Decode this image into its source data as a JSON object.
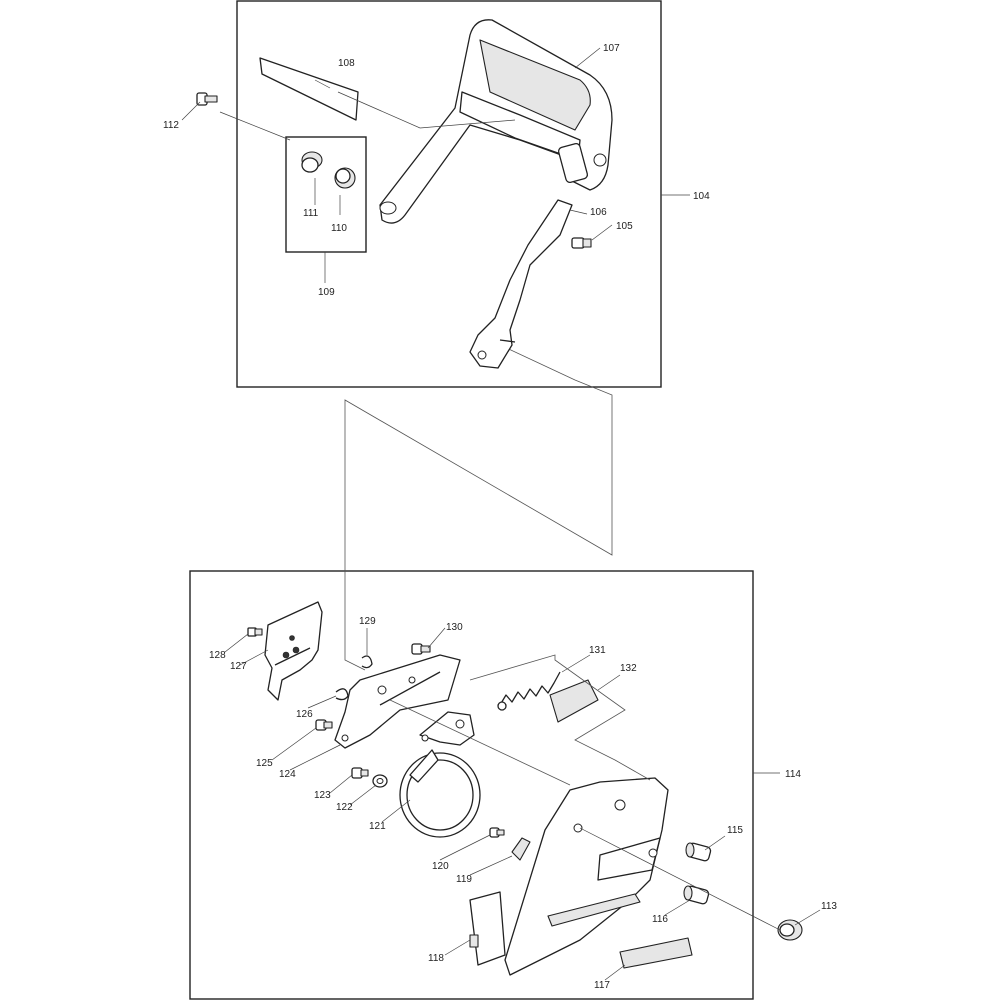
{
  "labels": {
    "p104": "104",
    "p105": "105",
    "p106": "106",
    "p107": "107",
    "p108": "108",
    "p109": "109",
    "p110": "110",
    "p111": "111",
    "p112": "112",
    "p113": "113",
    "p114": "114",
    "p115": "115",
    "p116": "116",
    "p117": "117",
    "p118": "118",
    "p119": "119",
    "p120": "120",
    "p121": "121",
    "p122": "122",
    "p123": "123",
    "p124": "124",
    "p125": "125",
    "p126": "126",
    "p127": "127",
    "p128": "128",
    "p129": "129",
    "p130": "130",
    "p131": "131",
    "p132": "132"
  },
  "colors": {
    "line": "#222222",
    "background": "#ffffff"
  }
}
